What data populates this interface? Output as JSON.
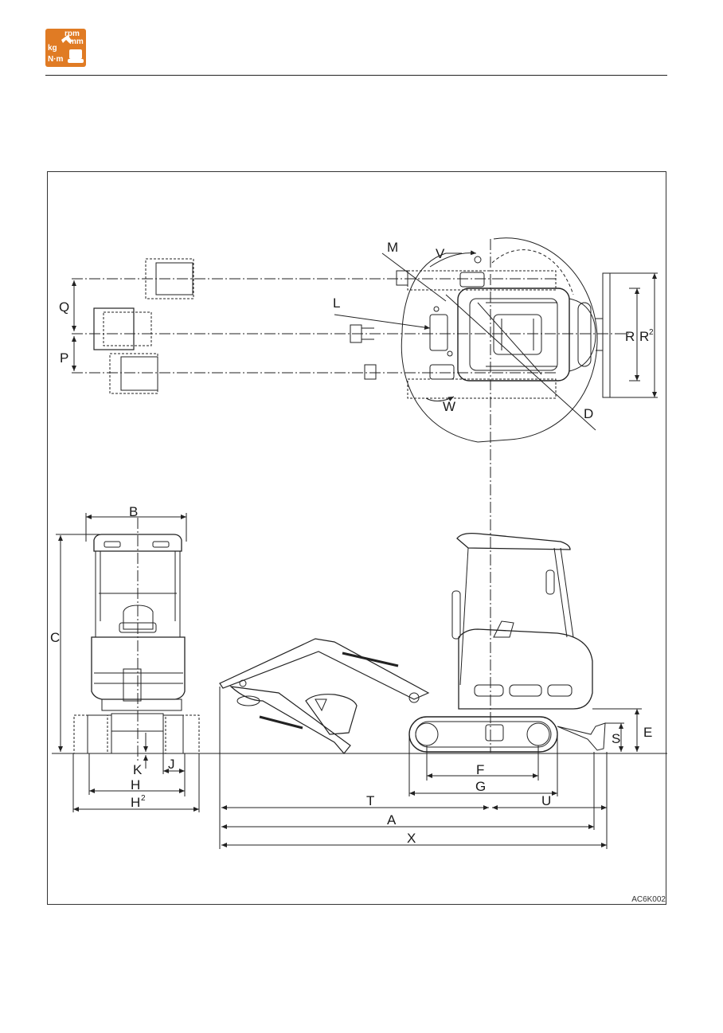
{
  "logo": {
    "icon": "units-measurement-icon",
    "line1": "rpm",
    "line2": "mm",
    "line3": "kg",
    "line4": "N·m",
    "color": "#e07b24"
  },
  "figure_code": "AC6K002",
  "labels": {
    "M": "M",
    "V": "V",
    "L": "L",
    "Q": "Q",
    "P": "P",
    "R": "R",
    "R2": "R",
    "R2_sup": "2",
    "W": "W",
    "D": "D",
    "B": "B",
    "C": "C",
    "K": "K",
    "J": "J",
    "H": "H",
    "H2": "H",
    "H2_sup": "2",
    "E": "E",
    "S": "S",
    "F": "F",
    "G": "G",
    "T": "T",
    "U": "U",
    "A": "A",
    "X": "X"
  }
}
